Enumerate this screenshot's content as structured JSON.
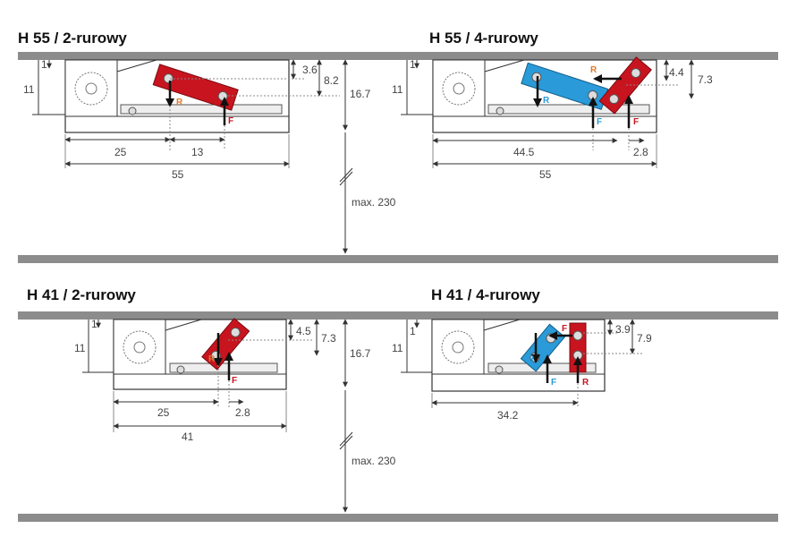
{
  "titles": {
    "h55_2": "H 55 / 2-rurowy",
    "h55_4": "H 55 / 4-rurowy",
    "h41_2": "H 41 / 2-rurowy",
    "h41_4": "H  41 / 4-rurowy"
  },
  "markers": {
    "R": "R",
    "F": "F"
  },
  "dims": {
    "h55_2": {
      "top": "1",
      "height": "11",
      "d1": "3.6",
      "d2": "8.2",
      "d3": "16.7",
      "w1": "25",
      "w2": "13",
      "total": "55",
      "max": "max. 230"
    },
    "h55_4": {
      "top": "1",
      "height": "11",
      "d1": "4.4",
      "d2": "7.3",
      "w1": "44.5",
      "w2": "2.8",
      "total": "55"
    },
    "h41_2": {
      "top": "1",
      "height": "11",
      "d1": "4.5",
      "d2": "7.3",
      "d3": "16.7",
      "w1": "25",
      "w2": "2.8",
      "total": "41",
      "max": "max. 230"
    },
    "h41_4": {
      "top": "1",
      "height": "11",
      "d1": "3.9",
      "d2": "7.9",
      "w1": "34.2"
    }
  },
  "colors": {
    "red": "#c8141e",
    "blue": "#2a9ad8",
    "slab": "#8c8c8c",
    "line": "#333333"
  }
}
